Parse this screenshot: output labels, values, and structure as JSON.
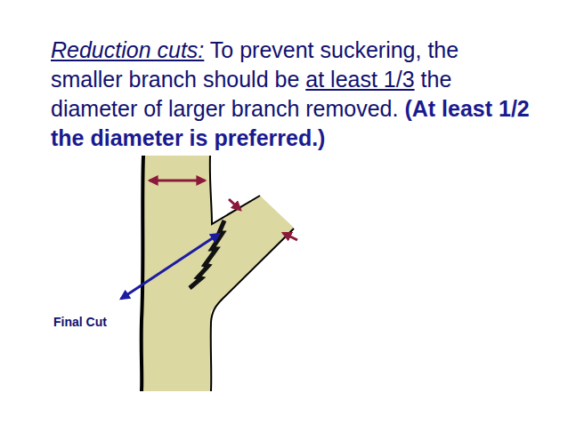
{
  "diagram": {
    "labels": [
      "Reduction cuts:",
      "To prevent suckering, the smaller branch should be",
      "at least 1/3",
      "the diameter of larger branch removed.",
      "(At least 1/2 the diameter is preferred.)",
      "Final Cut"
    ]
  }
}
